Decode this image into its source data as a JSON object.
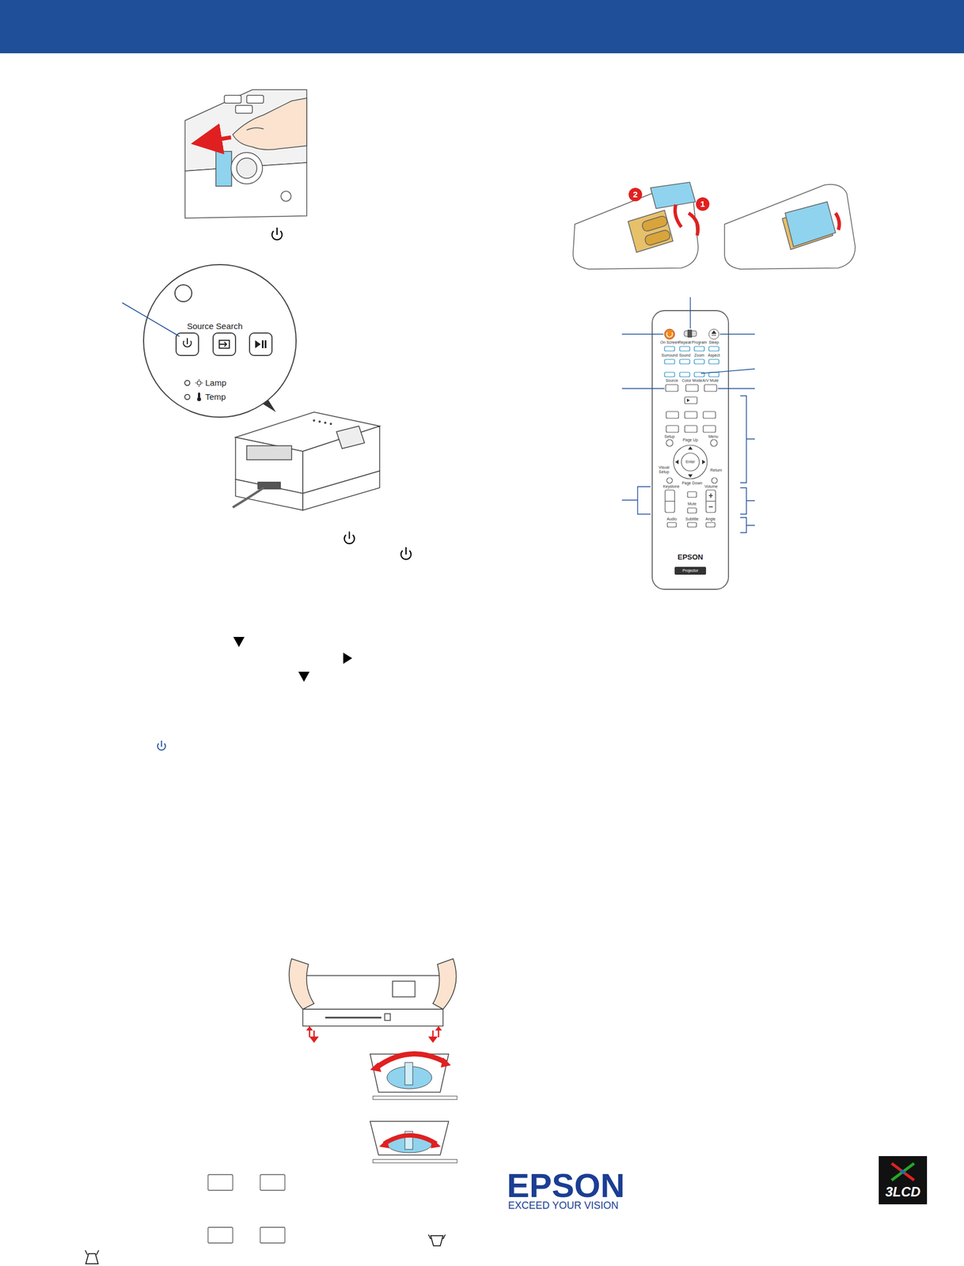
{
  "diagram": {
    "labels": [
      "Source Search",
      "Lamp",
      "Temp",
      "2",
      "1",
      "On Screen",
      "Repeat",
      "Program",
      "Sleep",
      "Surround",
      "Sound",
      "Zoom",
      "Aspect",
      "Source",
      "Color Mode",
      "A/V Mute",
      "Setup",
      "Page Up",
      "Menu",
      "Enter",
      "Visual Setup",
      "Return",
      "Page Down",
      "Keystone",
      "Volume",
      "Mute",
      "Audio",
      "Subtitle",
      "Angle",
      "EPSON",
      "Projector",
      "EPSON",
      "EXCEED YOUR VISION",
      "3LCD"
    ]
  }
}
